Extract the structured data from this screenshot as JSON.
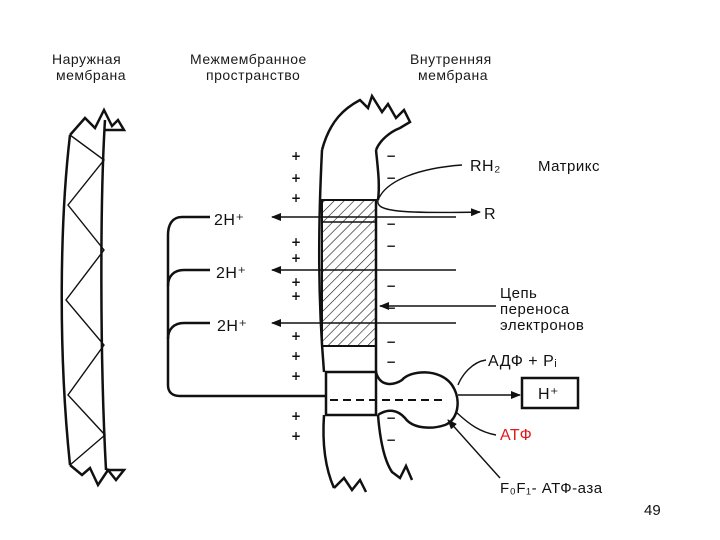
{
  "headers": {
    "outer_membrane": [
      "Наружная",
      "мембрана"
    ],
    "intermembrane_space": [
      "Межмембранное",
      "пространство"
    ],
    "inner_membrane": [
      "Внутренняя",
      "мембрана"
    ]
  },
  "protons": [
    "2H⁺",
    "2H⁺",
    "2H⁺"
  ],
  "substrate": {
    "rh2": "RH₂",
    "matrix": "Матрикс",
    "r": "R"
  },
  "chain_label": [
    "Цепь",
    "переноса",
    "электронов"
  ],
  "atp_synthesis": {
    "adp_pi": "АДФ + Pᵢ",
    "proton": "H⁺",
    "atp": "АТФ",
    "atp_color": "#e01b1b"
  },
  "enzyme_label": "F₀F₁- АТФ-аза",
  "membrane_signs": {
    "plus": "+",
    "minus": "−"
  },
  "page_number": "49"
}
